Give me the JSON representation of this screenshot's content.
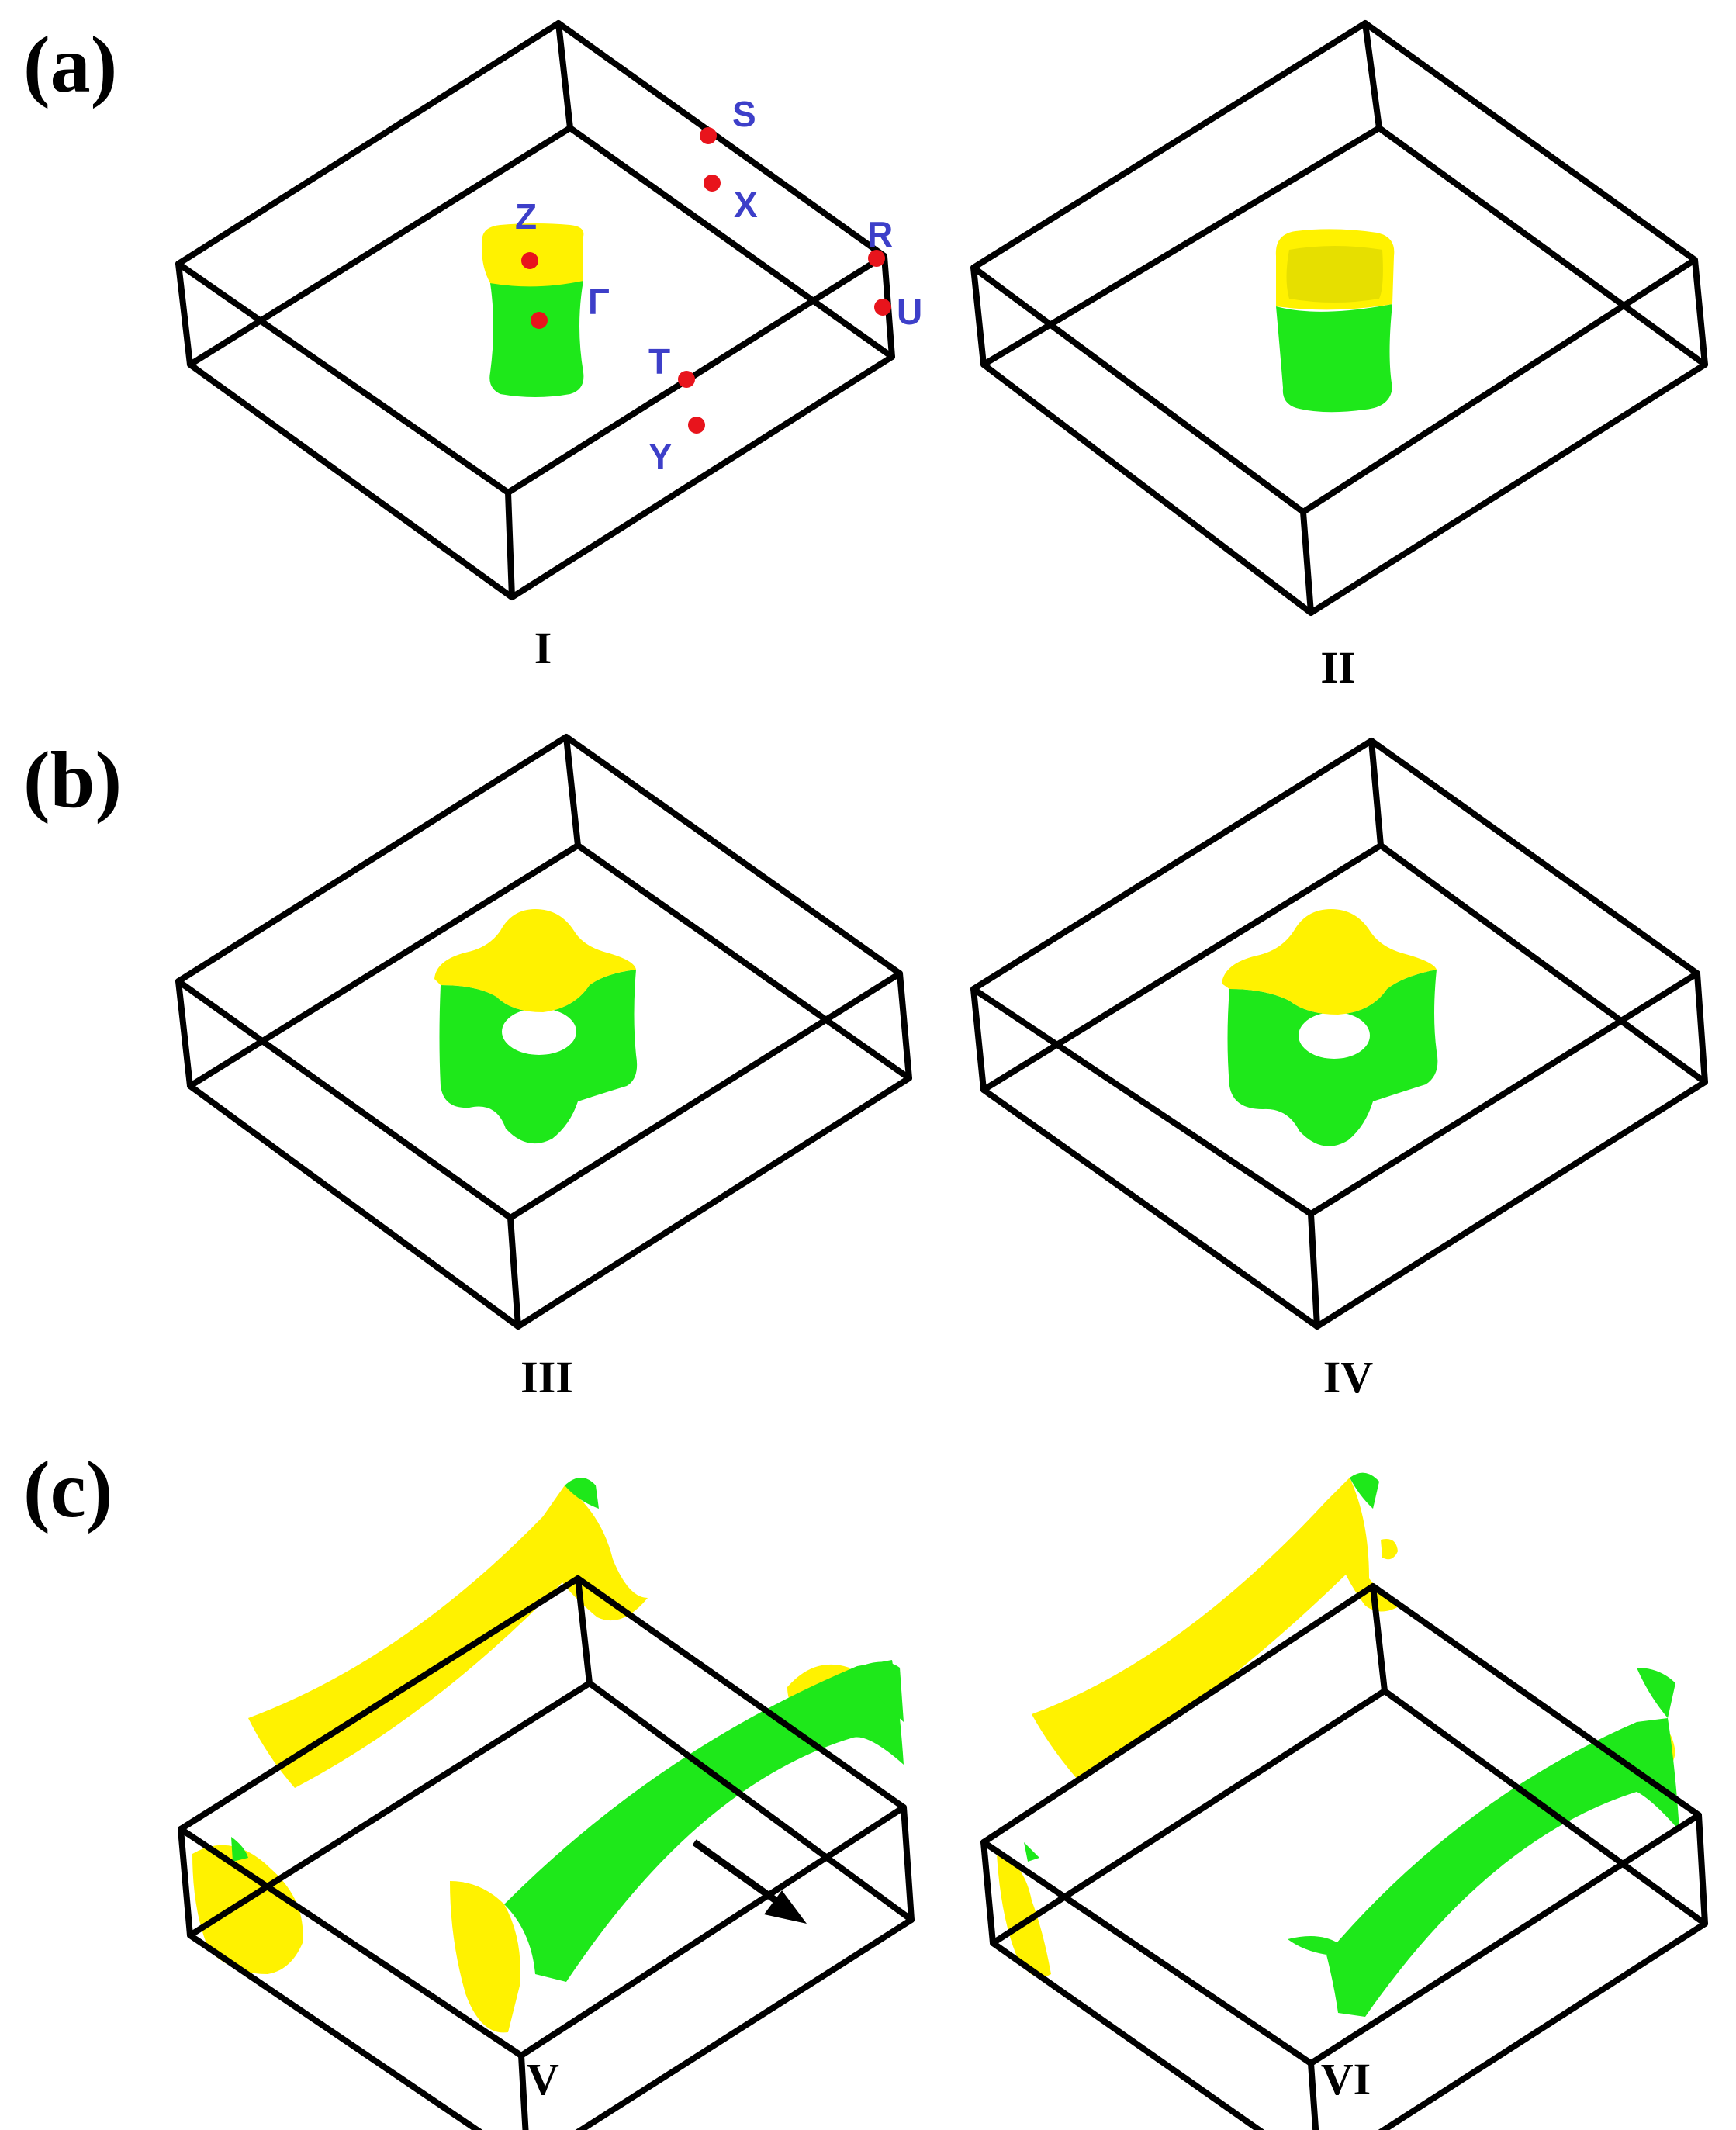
{
  "rows": [
    {
      "label": "(a)"
    },
    {
      "label": "(b)"
    },
    {
      "label": "(c)"
    }
  ],
  "panels": [
    {
      "label": "I"
    },
    {
      "label": "II"
    },
    {
      "label": "III"
    },
    {
      "label": "IV"
    },
    {
      "label": "V"
    },
    {
      "label": "VI"
    }
  ],
  "kpoints": {
    "S": "S",
    "X": "X",
    "Z": "Z",
    "R": "R",
    "U": "U",
    "Gamma": "Γ",
    "T": "T",
    "Y": "Y"
  },
  "colors": {
    "upper_surface": "#fff200",
    "lower_surface": "#1ee81a",
    "kpoint_dot": "#e8141c",
    "kpoint_label": "#3d3fc9",
    "box_edge": "#000000"
  }
}
